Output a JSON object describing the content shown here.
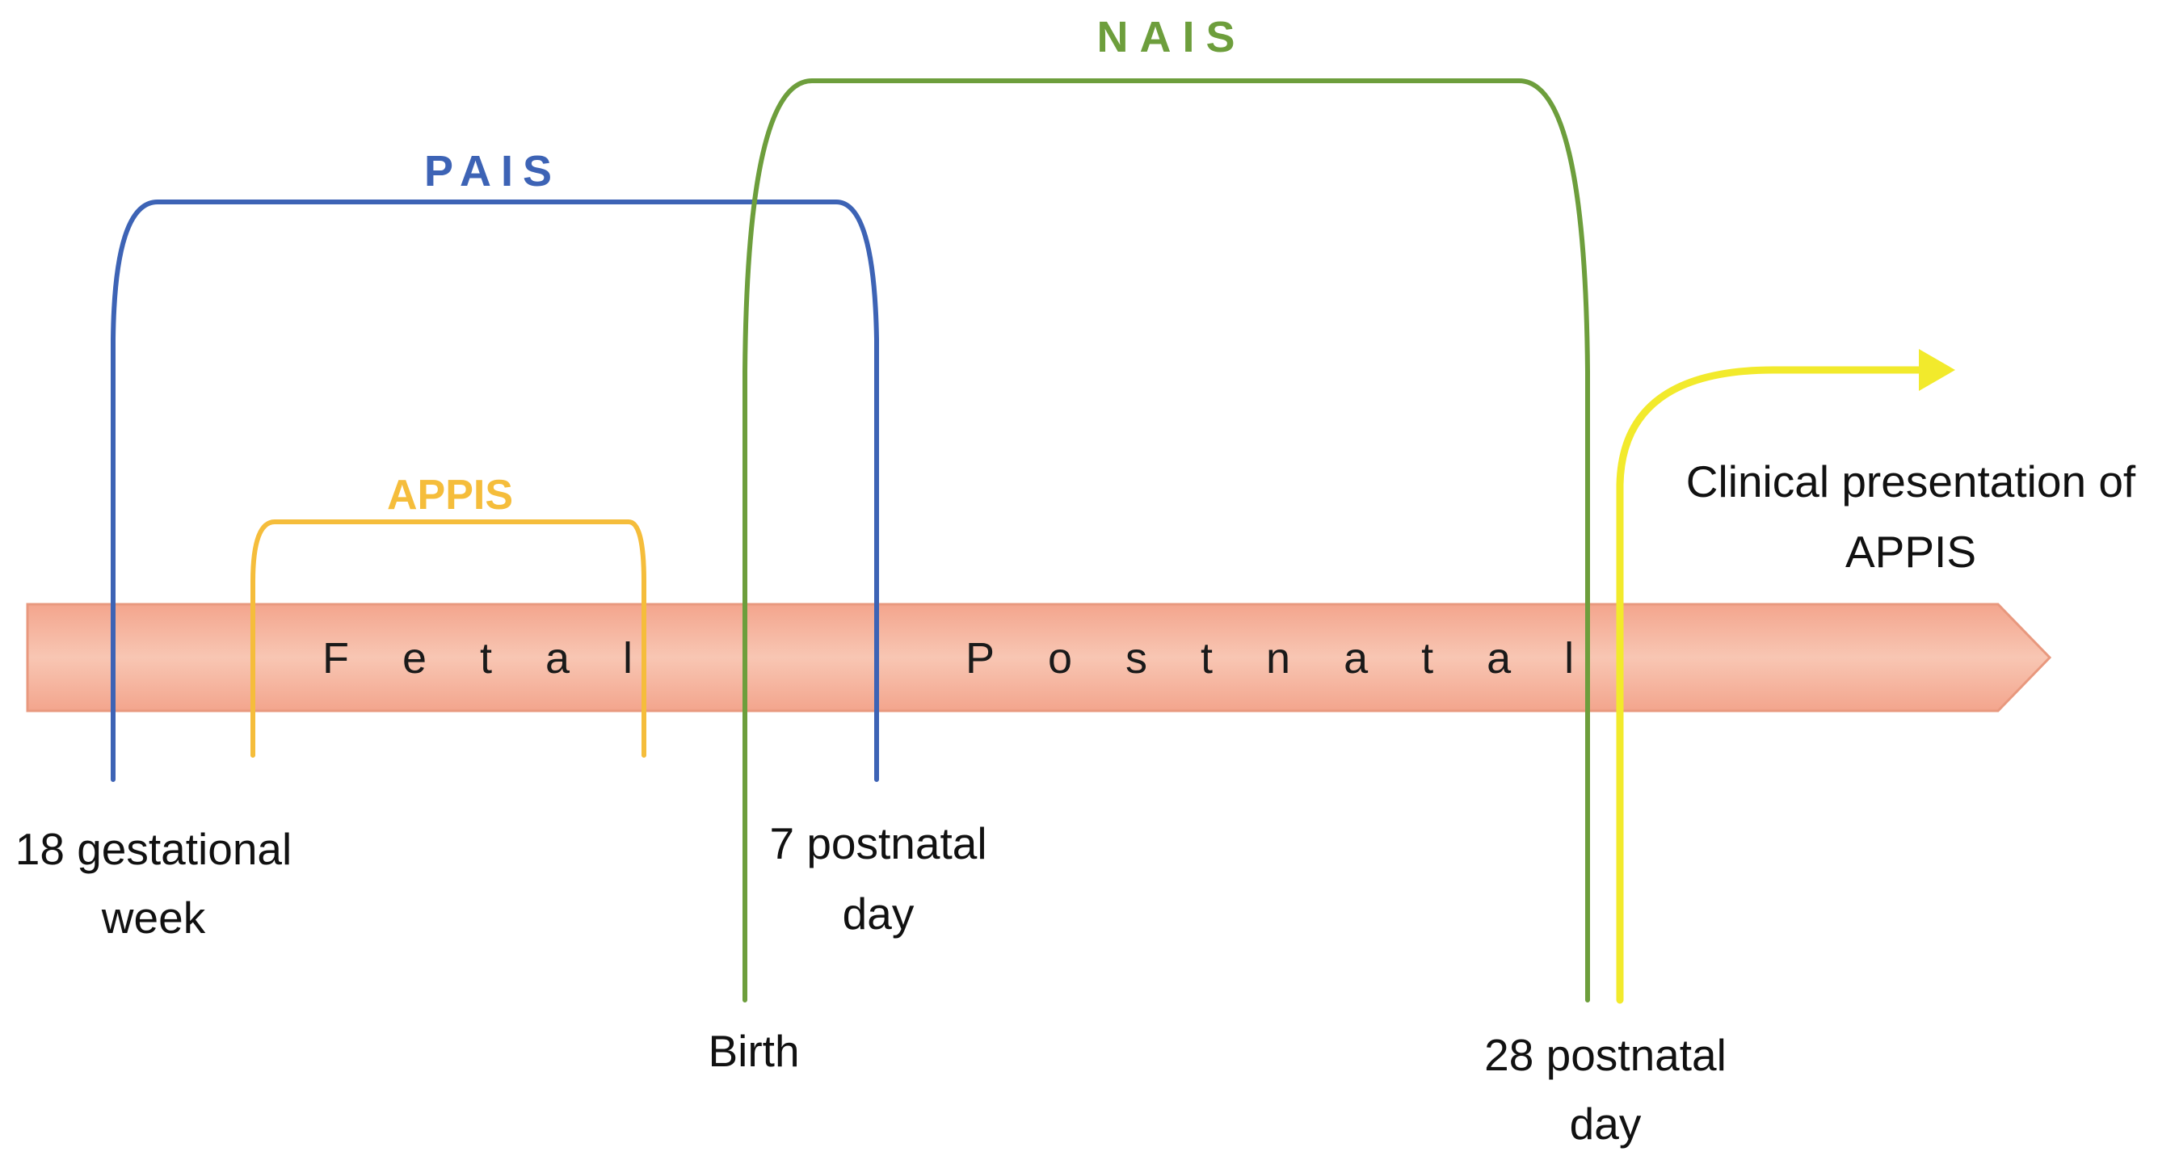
{
  "timeline": {
    "phases": {
      "fetal": "Fetal",
      "postnatal": "Postnatal"
    },
    "bar_fill": "#f3a58d",
    "bar_fill_light": "#f8c6b3",
    "bar_stroke": "#e8987e"
  },
  "brackets": {
    "pais": {
      "label": "PAIS",
      "color": "#3d63b5"
    },
    "nais": {
      "label": "NAIS",
      "color": "#6d9e3c"
    },
    "appis": {
      "label": "APPIS",
      "color": "#f5bd3b"
    }
  },
  "labels": {
    "gestational_week": {
      "line1": "18 gestational",
      "line2": "week"
    },
    "postnatal_day_7": {
      "line1": "7 postnatal",
      "line2": "day"
    },
    "birth": "Birth",
    "postnatal_day_28": {
      "line1": "28 postnatal",
      "line2": "day"
    },
    "clinical": {
      "line1": "Clinical presentation of",
      "line2": "APPIS"
    }
  },
  "clinical_arrow_color": "#f2ea2c"
}
